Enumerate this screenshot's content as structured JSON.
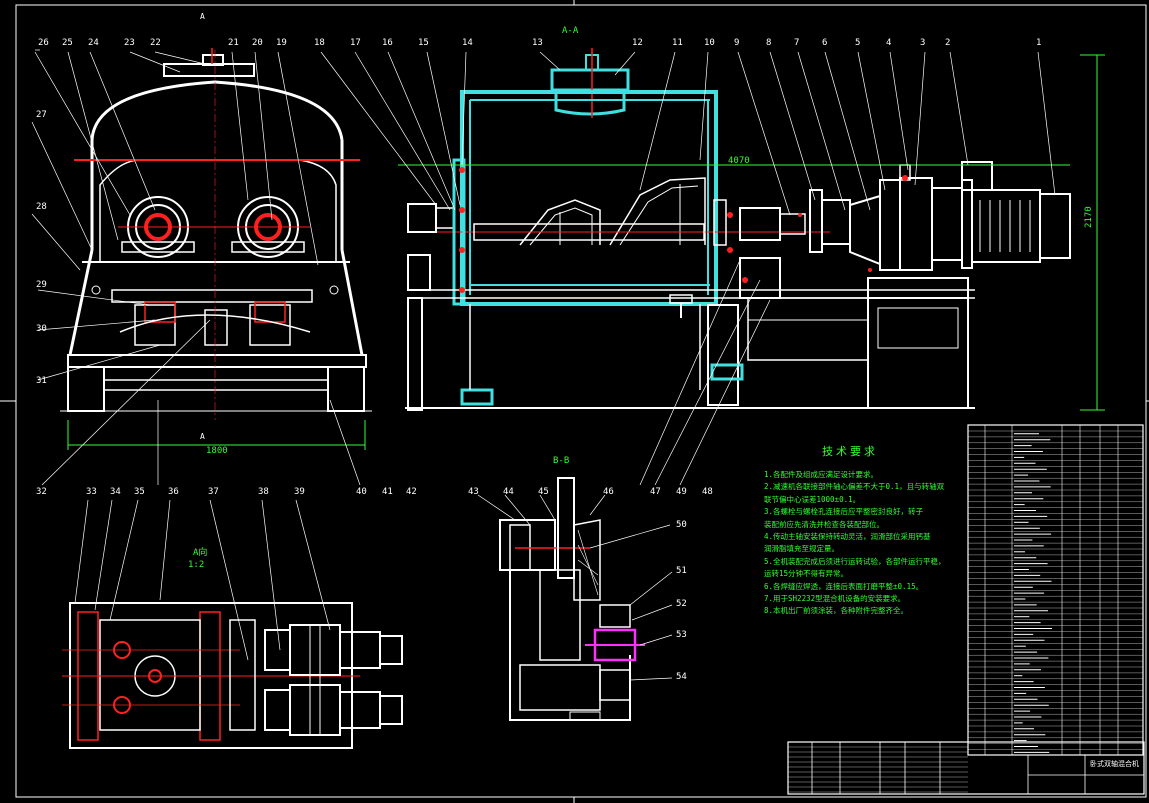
{
  "colors": {
    "background": "#000000",
    "line": "#ffffff",
    "cyan": "#40e0e0",
    "red": "#ff2020",
    "green": "#30ff30",
    "magenta": "#ff30ff",
    "yellow": "#ffff40"
  },
  "view_labels": {
    "section_aa": "A-A",
    "section_bb": "B-B",
    "view_a": "A向",
    "view_a_scale": "1:2",
    "mark_a_top": "A",
    "mark_a_bottom": "A"
  },
  "dimensions": {
    "main_length": "4070",
    "main_height": "2170",
    "front_width": "1800"
  },
  "part_numbers": {
    "front_top": [
      "26",
      "25",
      "24",
      "23",
      "22",
      "21",
      "20",
      "19",
      "18",
      "17",
      "16",
      "15",
      "14",
      "13",
      "12",
      "11",
      "10",
      "9",
      "8",
      "7",
      "6",
      "5",
      "4",
      "3",
      "2",
      "1"
    ],
    "left_side": [
      "27",
      "28",
      "29",
      "30",
      "31"
    ],
    "middle_row": [
      "32",
      "33",
      "34",
      "35",
      "36",
      "37",
      "38",
      "39",
      "40",
      "41",
      "42",
      "43",
      "44",
      "45",
      "46",
      "47",
      "49",
      "48"
    ],
    "right_section": [
      "50",
      "51",
      "52",
      "53",
      "54"
    ]
  },
  "tech_requirements": {
    "title": "技术要求",
    "lines": [
      "1.各配件及组成应满足设计要求。",
      "2.减速机各联接部件轴心偏差不大于0.1，且与转轴双",
      "  联节偏中心误差1000±0.1。",
      "3.各螺栓与螺栓孔连接后应平整密封良好，转子",
      "  装配前应先清洗并检查各装配部位。",
      "4.传动主轴安装保持转动灵活，润滑部位采用钙基",
      "  润滑脂填充至规定量。",
      "5.全机装配完成后须进行运转试验，各部件运行平稳，",
      "  运转15分钟不得有异常。",
      "6.各焊缝应焊透，连接后表面打磨平整±0.15。",
      "7.用于SH2232型混合机设备的安装要求。",
      "8.本机出厂前须涂装，各种附件完整齐全。"
    ]
  },
  "title_block": {
    "name": "卧式双轴混合机"
  }
}
